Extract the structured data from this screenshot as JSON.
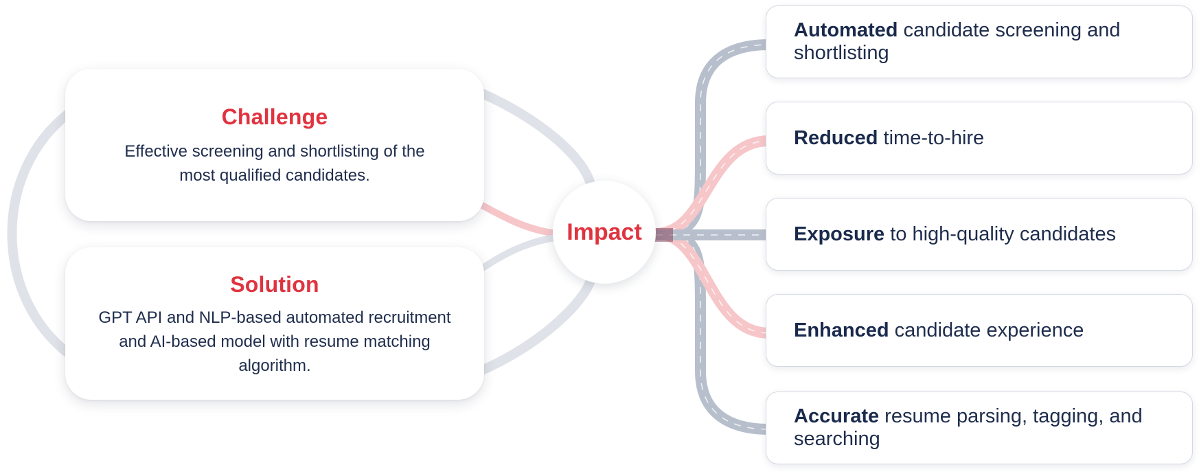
{
  "challenge": {
    "title": "Challenge",
    "text": "Effective screening and shortlisting of the most qualified candidates."
  },
  "solution": {
    "title": "Solution",
    "text": "GPT API and NLP-based automated recruitment and AI-based model with resume matching algorithm."
  },
  "hub": {
    "label": "Impact"
  },
  "impacts": [
    {
      "bold": "Automated",
      "rest": " candidate screening and shortlisting"
    },
    {
      "bold": "Reduced",
      "rest": " time-to-hire"
    },
    {
      "bold": "Exposure",
      "rest": " to high-quality candidates"
    },
    {
      "bold": "Enhanced",
      "rest": " candidate experience"
    },
    {
      "bold": "Accurate",
      "rest": " resume parsing, tagging, and searching"
    }
  ],
  "colors": {
    "accent_red": "#e0333f",
    "navy_text": "#1f2d4d",
    "grey_road": "#b8bfcc",
    "pink_road": "#f6c6c9",
    "light_grey_ring": "#dfe2e8"
  }
}
